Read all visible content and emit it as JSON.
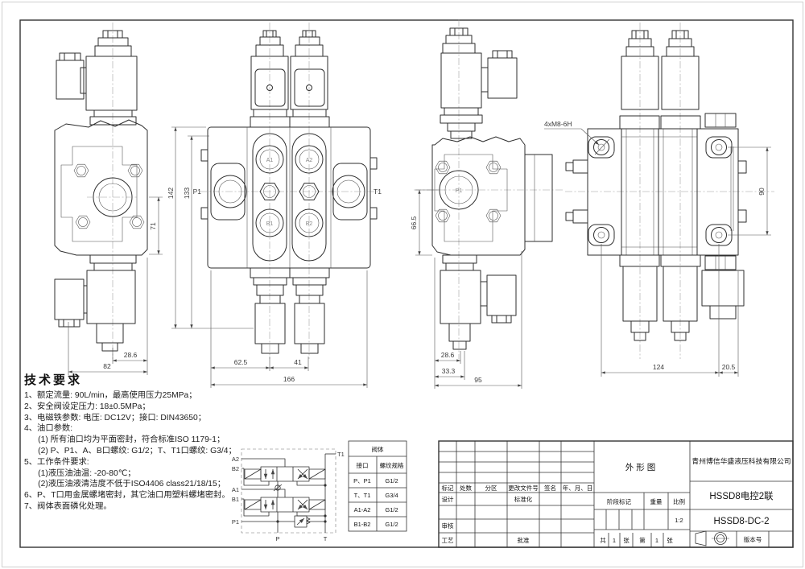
{
  "sheet": {
    "tech": {
      "title": "技术要求",
      "lines": [
        "1、额定流量: 90L/min，最高使用压力25MPa；",
        "2、安全阀设定压力: 18±0.5MPa；",
        "3、电磁铁参数: 电压: DC12V；接口: DIN43650；",
        "4、油口参数:",
        "      (1) 所有油口均为平面密封，符合标准ISO 1179-1；",
        "      (2) P、P1、A、B口螺纹: G1/2；T、T1口螺纹: G3/4；",
        "5、工作条件要求:",
        "      (1)液压油油温: -20-80℃；",
        "      (2)液压油液清洁度不低于ISO4406 class21/18/15；",
        "6、P、T口用金属螺堵密封，其它油口用塑料螺堵密封。",
        "7、阀体表面磷化处理。"
      ]
    },
    "views": {
      "side_left": {
        "dim_71": "71",
        "dim_286": "28.6",
        "dim_82": "82"
      },
      "front": {
        "dim_142": "142",
        "dim_133": "133",
        "dim_625": "62.5",
        "dim_41": "41",
        "dim_166": "166",
        "port_p1": "P1",
        "port_t1": "T1",
        "port_a1": "A1",
        "port_a2": "A2",
        "port_b1": "B1",
        "port_b2": "B2"
      },
      "side_right": {
        "dim_665": "66.5",
        "dim_286": "28.6",
        "dim_333": "33.3",
        "dim_95": "95",
        "port_p1": "P1"
      },
      "back": {
        "note_holes": "4xM8-6H",
        "dim_90": "90",
        "dim_124": "124",
        "dim_205": "20.5"
      }
    },
    "schematic": {
      "labels": {
        "a2": "A2",
        "b2": "B2",
        "a1": "A1",
        "b1": "B1",
        "p1": "P1",
        "t1": "T1",
        "p": "P",
        "t": "T"
      }
    },
    "port_table": {
      "title": "阀体",
      "col_port": "接口",
      "col_thread": "螺纹规格",
      "rows": [
        {
          "port": "P、P1",
          "thread": "G1/2"
        },
        {
          "port": "T、T1",
          "thread": "G3/4"
        },
        {
          "port": "A1-A2",
          "thread": "G1/2"
        },
        {
          "port": "B1-B2",
          "thread": "G1/2"
        }
      ]
    },
    "title_block": {
      "drawing_type": "外形图",
      "company": "青州博信华盛液压科技有限公司",
      "product": "HSSD8电控2联",
      "model": "HSSD8-DC-2",
      "version_label": "版本号",
      "rev": {
        "h1": "标记",
        "h2": "处数",
        "h3": "分区",
        "h4": "更改文件号",
        "h5": "签名",
        "h6": "年、月、日"
      },
      "roles": {
        "design": "设计",
        "standard": "标准化",
        "check": "审核",
        "process": "工艺",
        "approve": "批准"
      },
      "stage_label": "阶段标记",
      "weight_label": "重量",
      "scale_label": "比例",
      "scale_value": "1:2",
      "sheet_note": {
        "c1": "共",
        "c2": "1",
        "c3": "张",
        "c4": "第",
        "c5": "1",
        "c6": "张"
      }
    }
  }
}
